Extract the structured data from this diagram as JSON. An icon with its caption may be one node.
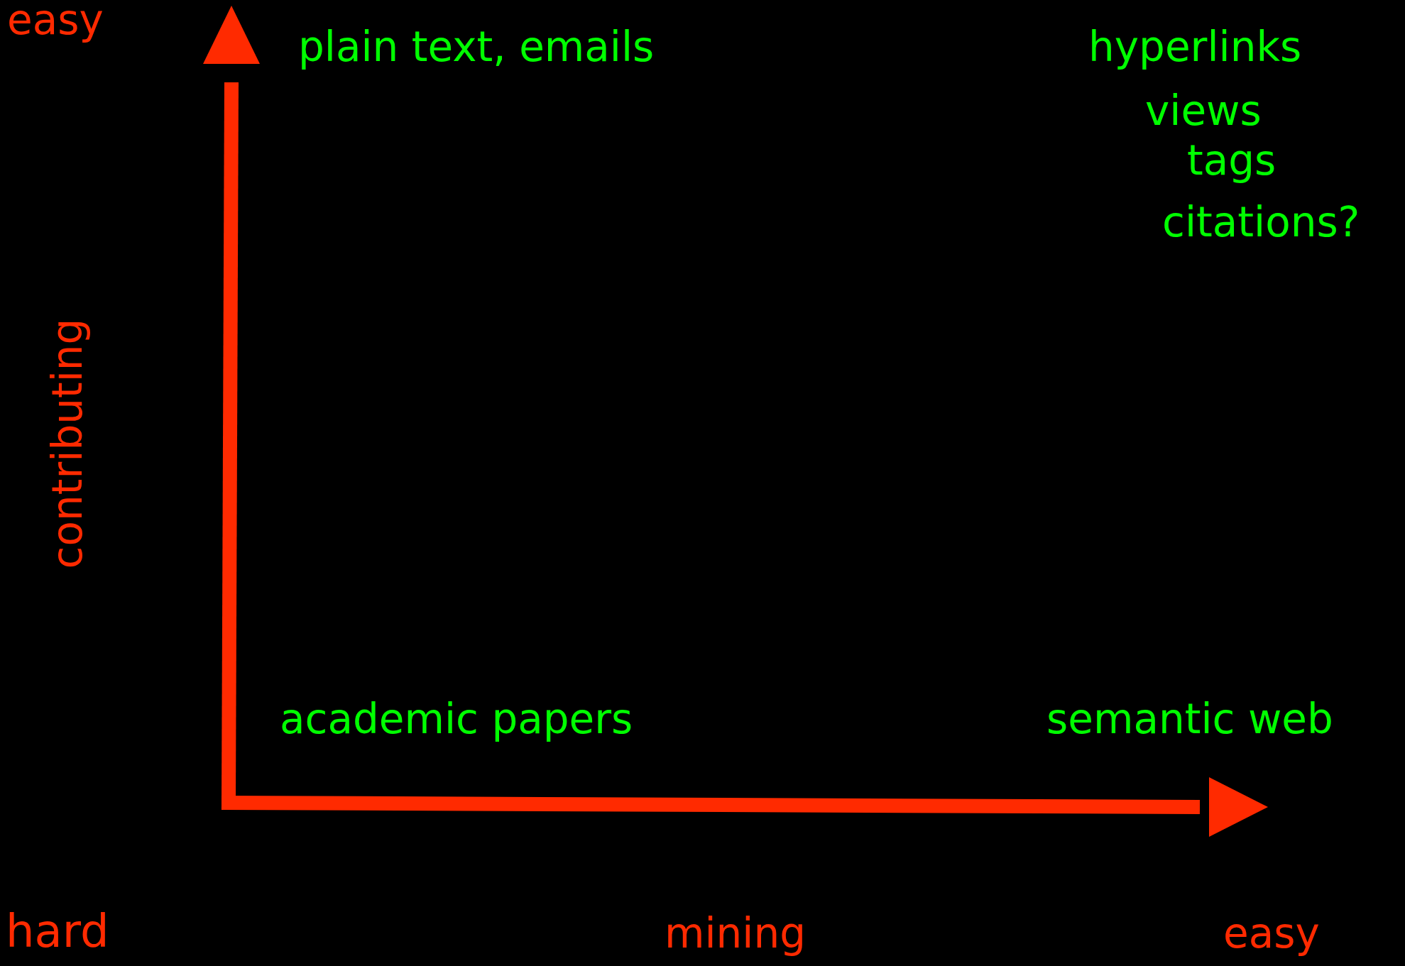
{
  "diagram": {
    "labels": [
      "easy",
      "plain text, emails",
      "hyperlinks",
      "views",
      "tags",
      "citations?",
      "contributing",
      "academic papers",
      "semantic web",
      "hard",
      "mining",
      "easy"
    ]
  }
}
